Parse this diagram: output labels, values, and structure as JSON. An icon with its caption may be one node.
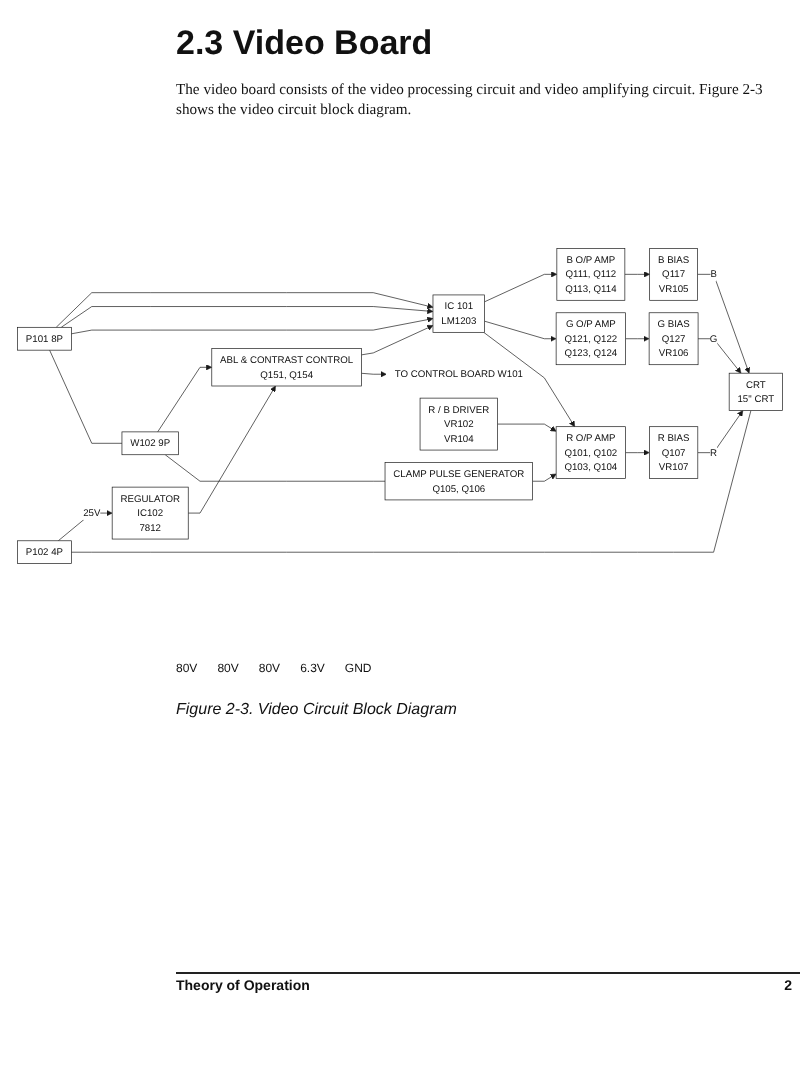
{
  "diagram": {
    "title": "2.3 Video Board",
    "caption": "Figure 2-3. Video Circuit Block Diagram",
    "nodes": [
      {
        "text": [
          "P101 8P"
        ]
      },
      {
        "text": [
          "IC 101",
          "LM1203"
        ]
      },
      {
        "text": [
          "B O/P AMP",
          "Q111, Q112",
          "Q113, Q114"
        ]
      },
      {
        "text": [
          "G O/P AMP",
          "Q121, Q122",
          "Q123, Q124"
        ]
      },
      {
        "text": [
          "R O/P AMP",
          "Q101, Q102",
          "Q103, Q104"
        ]
      },
      {
        "text": [
          "B BIAS",
          "Q117",
          "VR105"
        ]
      },
      {
        "text": [
          "G BIAS",
          "Q127",
          "VR106"
        ]
      },
      {
        "text": [
          "R BIAS",
          "Q107",
          "VR107"
        ]
      },
      {
        "text": [
          "CRT",
          "15\" CRT"
        ]
      },
      {
        "text": [
          "TO CONTROL BOARD W101"
        ]
      },
      {
        "text": [
          "ABL & CONTRAST CONTROL",
          "Q151, Q154"
        ]
      },
      {
        "text": [
          "R / B DRIVER",
          "VR102",
          "VR104"
        ]
      },
      {
        "text": [
          "REGULATOR",
          "IC102",
          "7812"
        ]
      },
      {
        "text": [
          "W102 9P"
        ]
      },
      {
        "text": [
          "CLAMP PULSE GENERATOR",
          "Q105, Q106"
        ]
      },
      {
        "text": [
          "P102 4P"
        ]
      }
    ],
    "edges": [
      {
        "from": 0,
        "to": 1,
        "arrow": "to"
      },
      {
        "from": 0,
        "to": 1,
        "arrow": "to"
      },
      {
        "from": 0,
        "to": 1,
        "arrow": "to"
      },
      {
        "from": 1,
        "to": 2,
        "arrow": "to"
      },
      {
        "from": 1,
        "to": 3,
        "arrow": "to"
      },
      {
        "from": 1,
        "to": 4,
        "arrow": "to"
      },
      {
        "from": 2,
        "to": 5,
        "arrow": "to"
      },
      {
        "from": 3,
        "to": 6,
        "arrow": "to"
      },
      {
        "from": 4,
        "to": 7,
        "arrow": "to"
      },
      {
        "from": 5,
        "to": 8,
        "arrow": "to",
        "label": "B"
      },
      {
        "from": 6,
        "to": 8,
        "arrow": "to",
        "label": "G"
      },
      {
        "from": 7,
        "to": 8,
        "arrow": "to",
        "label": "R"
      },
      {
        "from": 10,
        "to": 1,
        "arrow": "to"
      },
      {
        "from": 10,
        "to": 9,
        "arrow": "to"
      },
      {
        "from": 13,
        "to": 10,
        "arrow": "to"
      },
      {
        "from": 13,
        "to": 14,
        "arrow": "none"
      },
      {
        "from": 14,
        "to": 4,
        "arrow": "to"
      },
      {
        "from": 15,
        "to": 12,
        "arrow": "to",
        "label": "25V"
      },
      {
        "from": 12,
        "to": 10,
        "arrow": "to"
      },
      {
        "from": 11,
        "to": 4,
        "arrow": "to"
      },
      {
        "from": 15,
        "to": 8,
        "arrow": "none"
      },
      {
        "from": 0,
        "to": 13,
        "arrow": "none"
      }
    ],
    "labels": [
      "The video board consists of the video processing circuit and video amplifying circuit. Figure 2-3 shows the video circuit block diagram.",
      "80V",
      "80V",
      "80V",
      "6.3V",
      "GND",
      "Theory of Operation",
      "2"
    ]
  }
}
